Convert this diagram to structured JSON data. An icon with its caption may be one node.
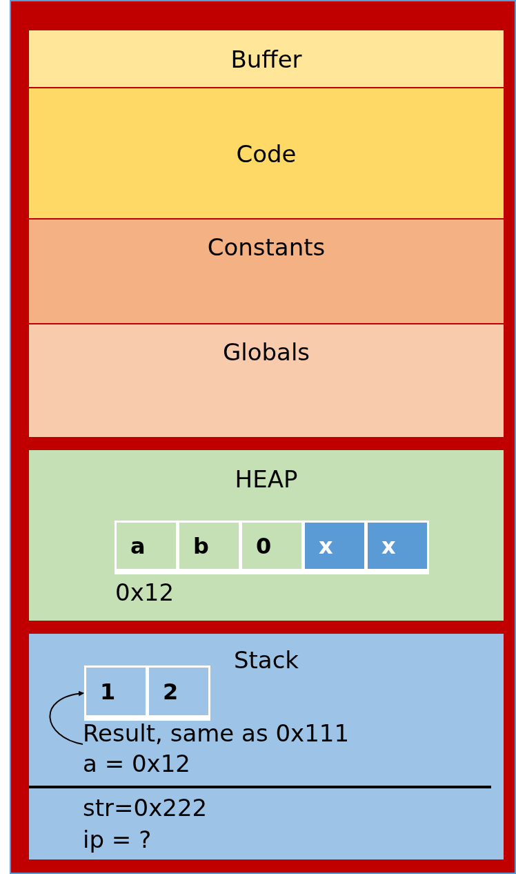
{
  "diagram": {
    "nodes": [
      {
        "text": [],
        "shape": "box"
      },
      {
        "text": [
          "Buffer"
        ],
        "in": 0
      },
      {
        "text": [
          "Code"
        ],
        "in": 0
      },
      {
        "text": [
          "Constants"
        ],
        "in": 0
      },
      {
        "text": [
          "Globals"
        ],
        "in": 0
      },
      {
        "text": [
          "HEAP"
        ],
        "in": 0
      },
      {
        "text": [
          "a"
        ],
        "in": 5
      },
      {
        "text": [
          "b"
        ],
        "in": 5
      },
      {
        "text": [
          "0"
        ],
        "in": 5
      },
      {
        "text": [
          "x"
        ],
        "in": 5
      },
      {
        "text": [
          "x"
        ],
        "in": 5
      },
      {
        "text": [
          "Stack"
        ],
        "in": 0
      },
      {
        "text": [
          "1"
        ],
        "in": 11
      },
      {
        "text": [
          "2"
        ],
        "in": 11
      },
      {
        "text": [
          "Result, same as 0x111"
        ],
        "in": 11
      }
    ],
    "edges": [
      {
        "from": 14,
        "to": 12,
        "arrow": "to"
      }
    ],
    "labels": [
      "0x12",
      "a = 0x12",
      "str=0x222",
      "ip = ?"
    ]
  }
}
